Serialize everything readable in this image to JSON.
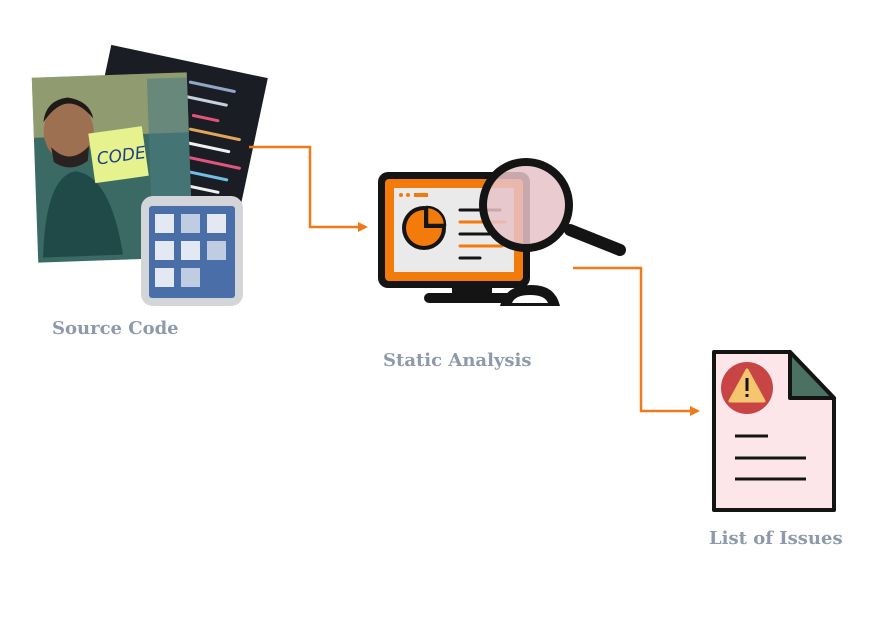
{
  "colors": {
    "label": "#8e9aab",
    "arrow": "#f07a1a",
    "accent_orange": "#f37b0c",
    "ink": "#141414",
    "tile_blue": "#4a6ea8",
    "doc_pink": "#fde6ea",
    "fold_green": "#4a7162",
    "warning_red": "#c94545",
    "warning_yellow": "#f5c66e",
    "lens_pink": "#e6c2c8"
  },
  "icons": {
    "source": [
      "developer-photo",
      "code-screenshot",
      "grid-app-icon"
    ],
    "analysis": [
      "monitor-icon",
      "pie-chart-icon",
      "magnifier-icon"
    ],
    "issues": [
      "document-icon",
      "warning-icon"
    ]
  },
  "diagram": {
    "nodes": [
      {
        "id": "source",
        "label": "Source Code"
      },
      {
        "id": "analysis",
        "label": "Static Analysis"
      },
      {
        "id": "issues",
        "label": "List of Issues"
      }
    ],
    "edges": [
      {
        "from": "source",
        "to": "analysis"
      },
      {
        "from": "analysis",
        "to": "issues"
      }
    ],
    "photo_note_text": "CODE"
  }
}
